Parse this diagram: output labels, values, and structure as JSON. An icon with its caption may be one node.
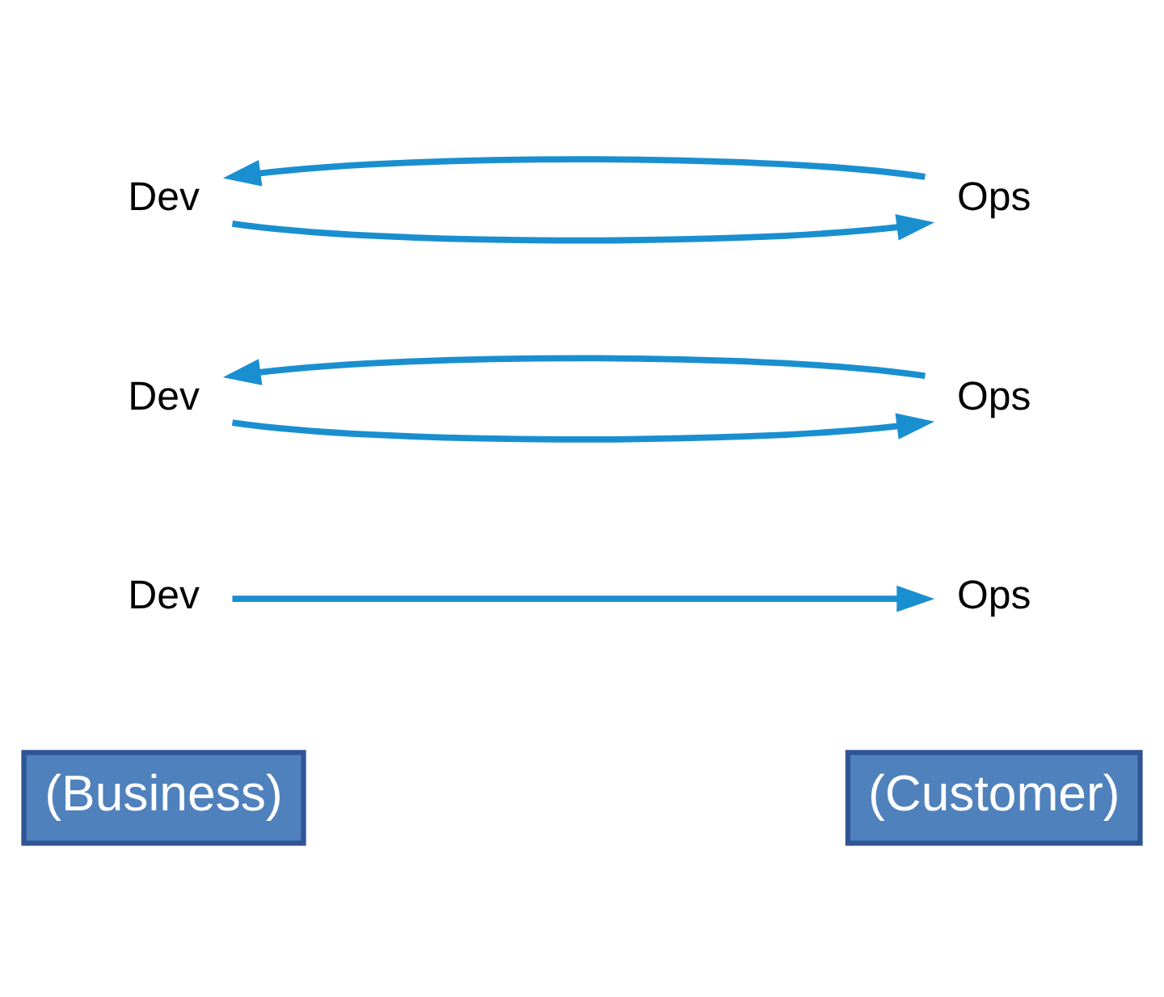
{
  "diagram": {
    "nodes": [
      {
        "text": [
          "(Business)"
        ]
      },
      {
        "text": [
          "(Customer)"
        ]
      },
      {
        "text": [
          "Dev"
        ]
      },
      {
        "text": [
          "Ops"
        ]
      },
      {
        "text": [
          "Dev"
        ]
      },
      {
        "text": [
          "Ops"
        ]
      },
      {
        "text": [
          "Dev"
        ]
      },
      {
        "text": [
          "Ops"
        ]
      }
    ],
    "edges": [
      {
        "from": 2,
        "to": 3,
        "arrow": "to"
      },
      {
        "from": 4,
        "to": 5,
        "arrow": "to"
      },
      {
        "from": 5,
        "to": 4,
        "arrow": "to"
      },
      {
        "from": 6,
        "to": 7,
        "arrow": "to"
      },
      {
        "from": 7,
        "to": 6,
        "arrow": "to"
      }
    ]
  }
}
